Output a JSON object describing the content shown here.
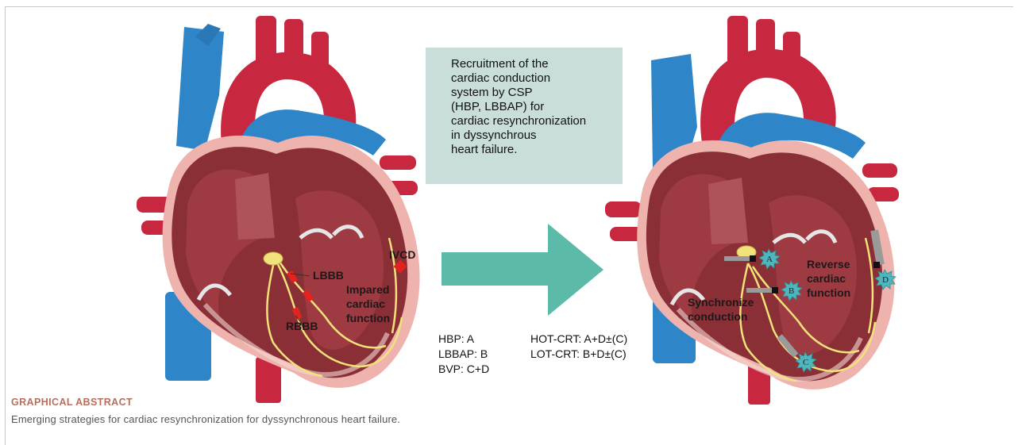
{
  "textbox": {
    "lines": [
      "Recruitment of the",
      "cardiac conduction",
      "system by CSP",
      "(HBP, LBBAP) for",
      "cardiac resynchronization",
      "in dyssynchrous",
      "heart failure."
    ]
  },
  "left_heart_labels": {
    "lbbb": "LBBB",
    "rbbb": "RBBB",
    "ivcd": "IVCD",
    "impaired": [
      "Impared",
      "cardiac",
      "function"
    ]
  },
  "right_heart_labels": {
    "synchronize": [
      "Synchronize",
      "conduction"
    ],
    "reverse": [
      "Reverse",
      "cardiac",
      "function"
    ],
    "pacing_sites": [
      "A",
      "B",
      "C",
      "D"
    ]
  },
  "legend_left": [
    "HBP: A",
    "LBBAP: B",
    "BVP: C+D"
  ],
  "legend_right": [
    "HOT-CRT: A+D±(C)",
    "LOT-CRT: B+D±(C)"
  ],
  "caption": {
    "title": "GRAPHICAL ABSTRACT",
    "text": "Emerging strategies for cardiac resynchronization for dyssynchronous heart failure."
  },
  "colors": {
    "arrow": "#5bbaa8",
    "textbox": "#c9dedb",
    "vessel_blue": "#2e86c8",
    "vessel_red": "#c8283f",
    "myocardium": "#8b2f36",
    "pericardium": "#efb3ad",
    "conduction": "#f2e27a",
    "block_marker": "#e3231f",
    "pacing_star": "#4fb6bd"
  }
}
